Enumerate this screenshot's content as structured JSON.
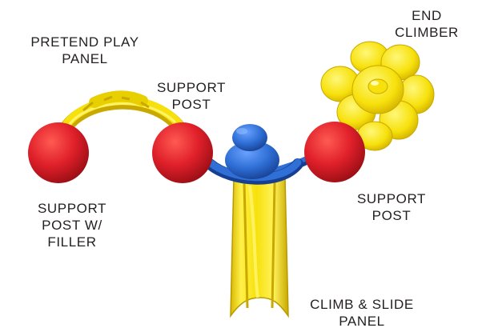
{
  "colors": {
    "background": "#ffffff",
    "post_red": "#e0202a",
    "panel_yellow": "#f7e10c",
    "hub_blue": "#2f6fd6",
    "label_text": "#231f20"
  },
  "labels": {
    "pretend_play_panel": [
      "PRETEND PLAY",
      "PANEL"
    ],
    "support_post_center": [
      "SUPPORT",
      "POST"
    ],
    "end_climber": [
      "END",
      "CLIMBER"
    ],
    "support_post_filler": [
      "SUPPORT",
      "POST W/",
      "FILLER"
    ],
    "support_post_right": [
      "SUPPORT",
      "POST"
    ],
    "climb_slide_panel": [
      "CLIMB & SLIDE",
      "PANEL"
    ]
  }
}
